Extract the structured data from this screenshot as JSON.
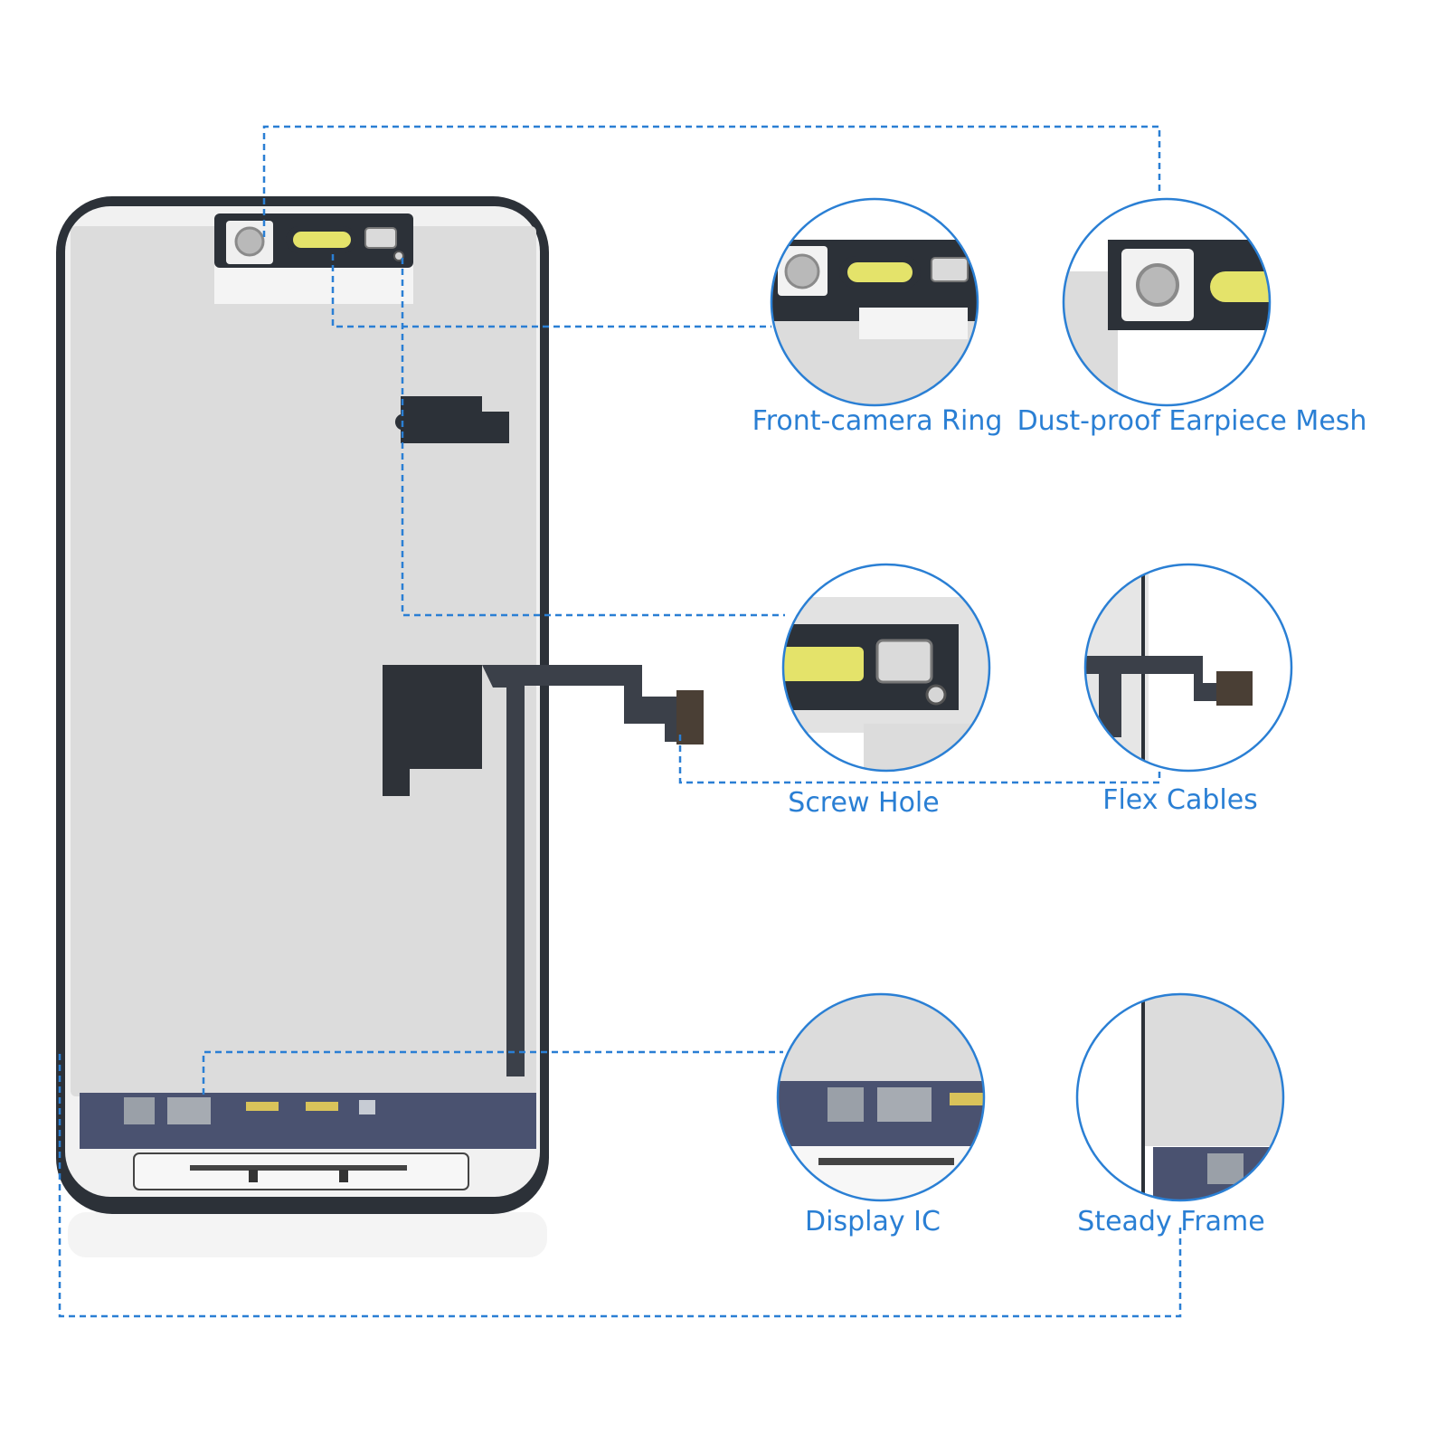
{
  "colors": {
    "accent": "#2a7fd4",
    "frame": "#2c3138",
    "screen": "#dcdcdc",
    "flex": "#3b4049",
    "board": "#4a5270"
  },
  "callouts": [
    {
      "id": "front-camera-ring",
      "label": "Front-camera Ring"
    },
    {
      "id": "dust-proof-earpiece-mesh",
      "label": "Dust-proof Earpiece Mesh"
    },
    {
      "id": "screw-hole",
      "label": "Screw Hole"
    },
    {
      "id": "flex-cables",
      "label": "Flex Cables"
    },
    {
      "id": "display-ic",
      "label": "Display IC"
    },
    {
      "id": "steady-frame",
      "label": "Steady Frame"
    }
  ]
}
